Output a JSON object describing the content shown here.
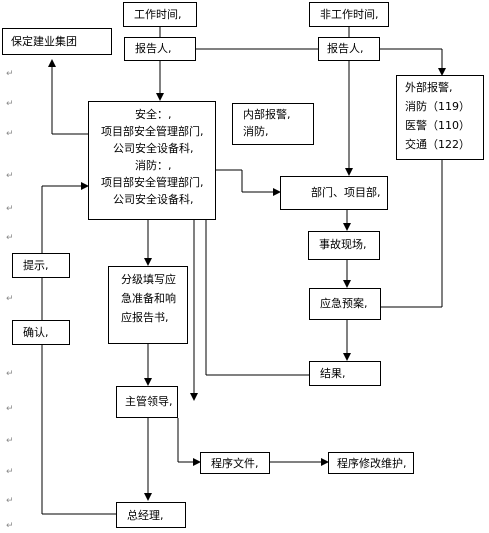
{
  "top_labels": {
    "work_time": "工作时间,",
    "non_work_time": "非工作时间,"
  },
  "boxes": {
    "baoding": "保定建业集团",
    "reporter_left": "报告人,",
    "reporter_right": "报告人,",
    "external_report": [
      "外部报警,",
      "消防（119）",
      "医警（110）",
      "交通（122）"
    ],
    "safety": [
      "安全：,",
      "项目部安全管理部门,",
      "公司安全设备科,",
      "消防：,",
      "项目部安全管理部门,",
      "公司安全设备科,"
    ],
    "internal_report": [
      "内部报警,",
      "消防,"
    ],
    "dept_project": "部门、项目部,",
    "accident_scene": "事故现场,",
    "emergency_plan": "应急预案,",
    "result": "结果,",
    "prompt": "提示,",
    "confirm": "确认,",
    "grading_report": [
      "分级填写应",
      "急准备和响",
      "应报告书,"
    ],
    "supervisor": "主管领导,",
    "procedure_file": "程序文件,",
    "procedure_maintenance": "程序修改维护,",
    "general_manager": "总经理,"
  },
  "paragraph_mark": "↵",
  "colors": {
    "line": "#000000",
    "mark": "#8a8a8a"
  }
}
